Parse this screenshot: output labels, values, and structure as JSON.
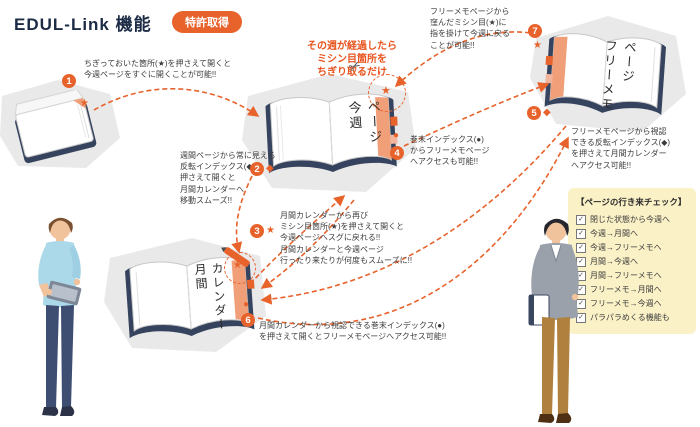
{
  "header": {
    "title": "EDUL-Link 機能",
    "badge": "特許取得"
  },
  "tear_note": {
    "text": "その週が経過したら\nミシン目箇所を\nちぎり取るだけ"
  },
  "books": {
    "weekly": {
      "label": "今週\nページ"
    },
    "monthly": {
      "label": "月間\nカレンダー"
    },
    "memo": {
      "label": "フリーメモ\nページ"
    }
  },
  "steps": {
    "s1": {
      "num": "1",
      "symbol": "★",
      "text": "ちぎっておいた箇所(★)を押さえて開くと\n今週ページをすぐに開くことが可能!!"
    },
    "s2": {
      "num": "2",
      "symbol": "◆",
      "text": "週間ページから常に見える\n反転インデックス(◆)を\n押さえて開くと\n月間カレンダーへ\n移動スムーズ!!"
    },
    "s3": {
      "num": "3",
      "symbol": "★",
      "text": "月間カレンダーから再び\nミシン目箇所(★)を押さえて開くと\n今週ページへスグに戻れる!!\n月間カレンダーと今週ページ\n行ったり来たりが何度もスムーズに!!"
    },
    "s4": {
      "num": "4",
      "symbol": "●",
      "text": "巻末インデックス(●)\nからフリーメモページ\nへアクセスも可能!!"
    },
    "s5": {
      "num": "5",
      "symbol": "◆",
      "text": "フリーメモページから視認\nできる反転インデックス(◆)\nを押さえて月間カレンダー\nへアクセス可能!!"
    },
    "s6": {
      "num": "6",
      "symbol": "●",
      "text": "月間カレンダーから視認できる巻末インデックス(●)\nを押さえて開くとフリーメモページへアクセス可能!!"
    },
    "s7": {
      "num": "7",
      "symbol": "★",
      "text": "フリーメモページから\n窪んだミシン目(★)に\n指を掛けて今週に戻る\nことが可能!!"
    }
  },
  "checklist": {
    "title": "【ページの行き来チェック】",
    "items": [
      "閉じた状態から今週へ",
      "今週→月間へ",
      "今週→フリーメモへ",
      "月間→今週へ",
      "月間→フリーメモへ",
      "フリーメモ→月間へ",
      "フリーメモ→今週へ",
      "パラパラめくる機能も"
    ]
  },
  "icons": {
    "scissors": "✂",
    "star": "★",
    "diamond": "◆",
    "dot": "●",
    "check": "✓"
  },
  "colors": {
    "accent": "#e8632c",
    "navy": "#36435f",
    "checklist_bg": "#faf1c7"
  }
}
